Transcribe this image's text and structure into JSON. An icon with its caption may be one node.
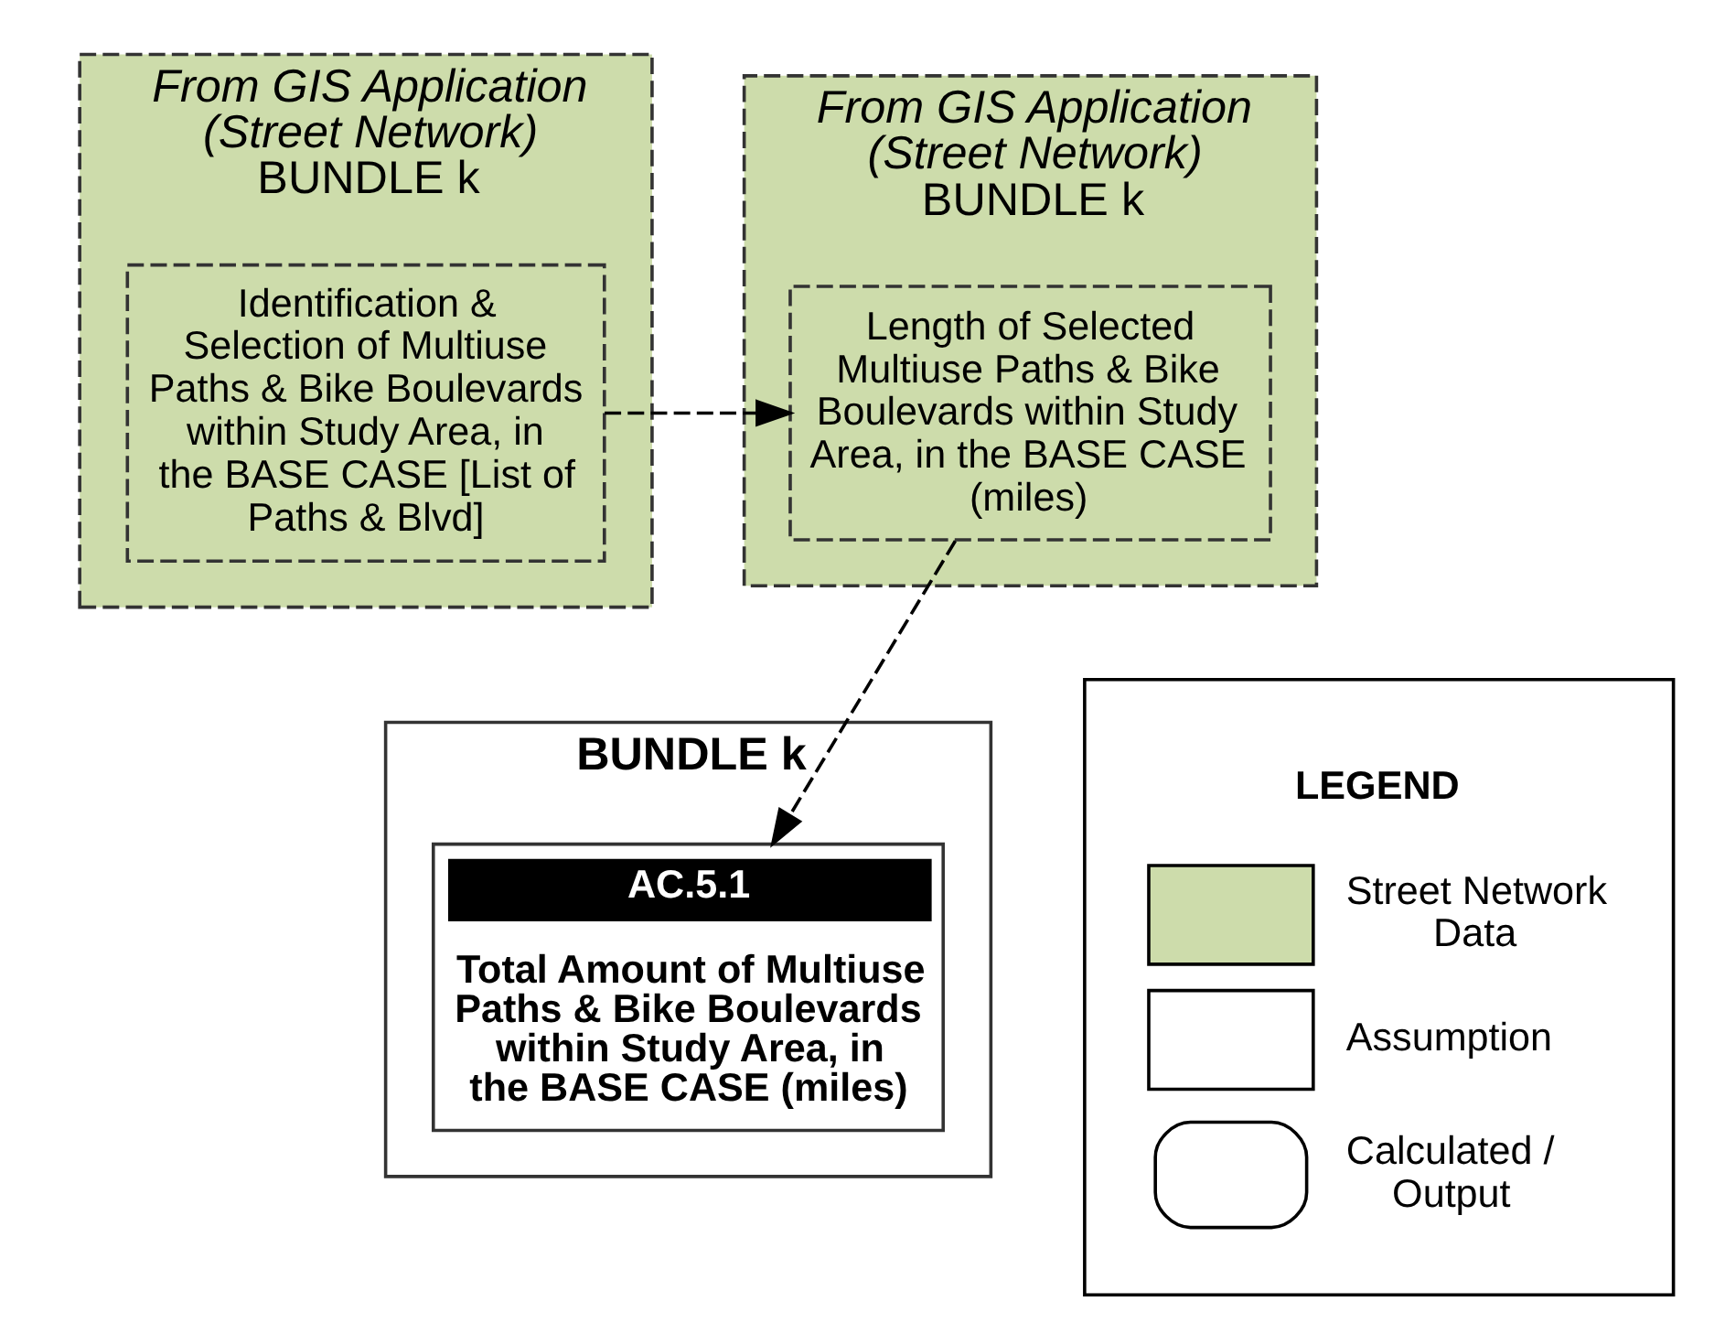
{
  "diagram": {
    "nodes": [
      {
        "text": [
          "BUNDLE k"
        ],
        "beside": [
          "From GIS Application (Street Network)"
        ]
      },
      {
        "text": [
          "Identification & Selection of Multiuse Paths & Bike Boulevards within Study Area, in the BASE CASE [List of Paths & Blvd]"
        ],
        "in": 0
      },
      {
        "text": [
          "BUNDLE k"
        ],
        "beside": [
          "From GIS Application (Street Network)"
        ]
      },
      {
        "text": [
          "Length of Selected Multiuse Paths & Bike Boulevards within Study Area, in the BASE CASE (miles)"
        ],
        "in": 2
      },
      {
        "text": [
          "BUNDLE k"
        ]
      },
      {
        "text": [
          "AC.5.1",
          "Total Amount of Multiuse Paths & Bike Boulevards within Study Area, in the BASE CASE (miles)"
        ],
        "in": 4
      }
    ],
    "edges": [
      {
        "from": 1,
        "to": 3,
        "arrow": "to",
        "style": "dashed"
      },
      {
        "from": 3,
        "to": 5,
        "arrow": "to",
        "style": "dashed"
      }
    ],
    "labels": [
      "LEGEND"
    ],
    "legend": [
      {
        "text": "Street Network Data",
        "color": "#cddcab"
      },
      {
        "text": "Assumption",
        "color": "#ffffff"
      },
      {
        "text": "Calculated / Output"
      }
    ]
  }
}
